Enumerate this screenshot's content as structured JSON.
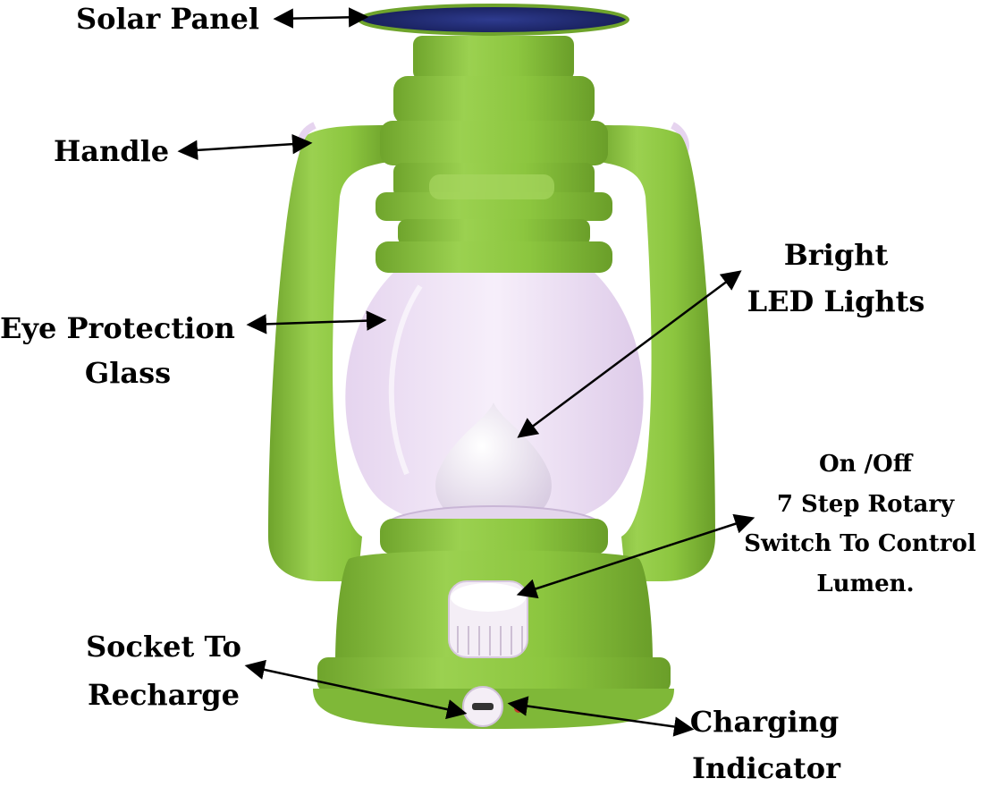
{
  "labels": {
    "solar_panel": "Solar Panel",
    "handle": "Handle",
    "eye_protection_line1": "Eye Protection",
    "eye_protection_line2": "Glass",
    "bright_led_line1": "Bright",
    "bright_led_line2": "LED Lights",
    "switch_line1": "On /Off",
    "switch_line2": "7 Step Rotary",
    "switch_line3": "Switch To Control",
    "switch_line4": "Lumen.",
    "socket_line1": "Socket To",
    "socket_line2": "Recharge",
    "charging_line1": "Charging",
    "charging_line2": "Indicator"
  },
  "colors": {
    "body_green": "#8cc63f",
    "body_green_dark": "#6fa42c",
    "body_green_light": "#a6d65f",
    "glass_lilac": "#eadcf3",
    "solar_blue": "#1f2a70",
    "knob_white": "#f4eef6",
    "indicator_red": "#c0392b",
    "arrow": "#000000"
  }
}
